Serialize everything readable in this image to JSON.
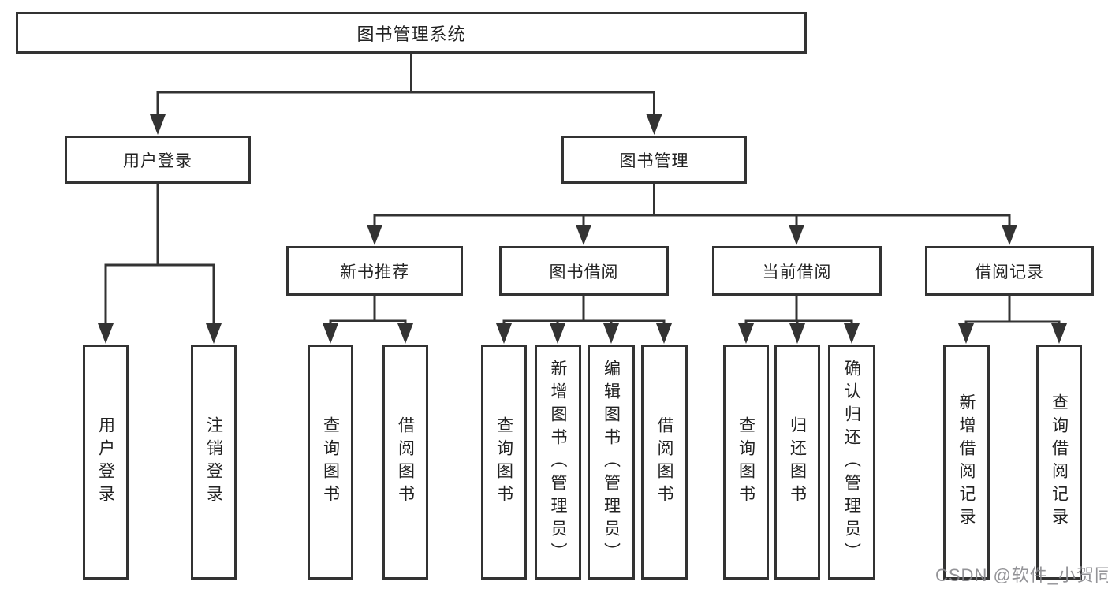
{
  "diagram": {
    "tree": {
      "root": {
        "label": "图书管理系统"
      },
      "children": [
        {
          "label": "用户登录",
          "children": [
            {
              "label": "用户登录"
            },
            {
              "label": "注销登录"
            }
          ]
        },
        {
          "label": "图书管理",
          "children": [
            {
              "label": "新书推荐",
              "children": [
                {
                  "label": "查询图书"
                },
                {
                  "label": "借阅图书"
                }
              ]
            },
            {
              "label": "图书借阅",
              "children": [
                {
                  "label": "查询图书"
                },
                {
                  "label": "新增图书（管理员）"
                },
                {
                  "label": "编辑图书（管理员）"
                },
                {
                  "label": "借阅图书"
                }
              ]
            },
            {
              "label": "当前借阅",
              "children": [
                {
                  "label": "查询图书"
                },
                {
                  "label": "归还图书"
                },
                {
                  "label": "确认归还（管理员）"
                }
              ]
            },
            {
              "label": "借阅记录",
              "children": [
                {
                  "label": "新增借阅记录"
                },
                {
                  "label": "查询借阅记录"
                }
              ]
            }
          ]
        }
      ]
    },
    "watermark": "CSDN @软件_小贺同学",
    "colors": {
      "line": "#333333",
      "text": "#222222",
      "watermark": "#87878c"
    }
  }
}
